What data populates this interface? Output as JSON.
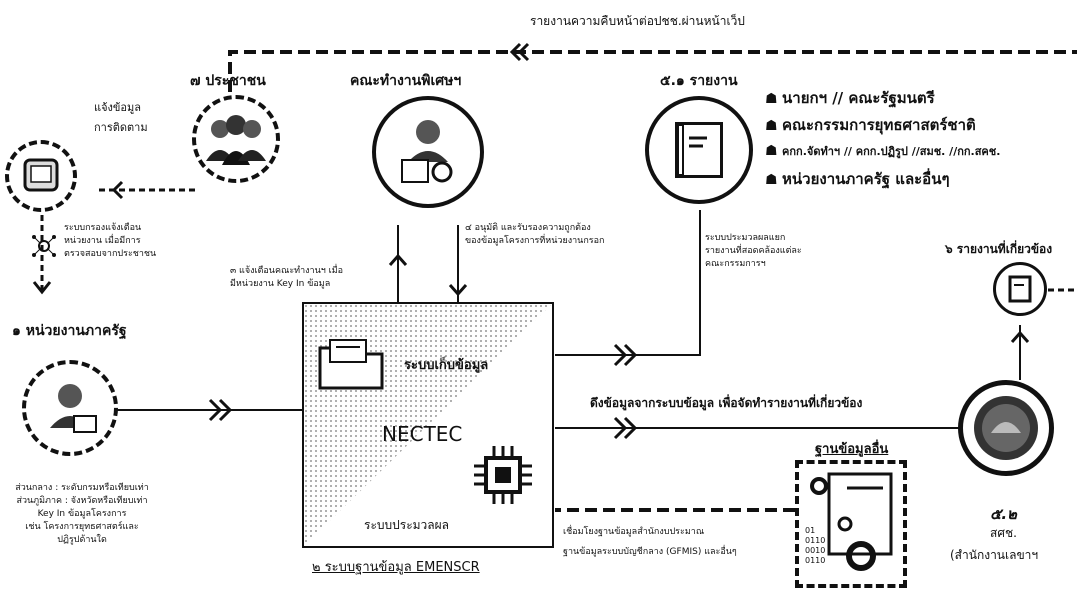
{
  "top_feedback": "รายงานความคืบหน้าต่อปชช.ผ่านหน้าเว็ป",
  "citizen": {
    "label": "๗ ประชาชน"
  },
  "notify": {
    "line1": "แจ้งข้อมูล",
    "line2": "การติดตาม"
  },
  "monitor_system": {
    "line1": "ระบบกรองแจ้งเตือน",
    "line2": "หน่วยงาน เมื่อมีการ",
    "line3": "ตรวจสอบจากประชาชน"
  },
  "gov_agency": {
    "label": "๑ หน่วยงานภาครัฐ",
    "notes": [
      "ส่วนกลาง : ระดับกรมหรือเทียบเท่า",
      "ส่วนภูมิภาค : จังหวัดหรือเทียบเท่า",
      "Key In ข้อมูลโครงการ",
      "เช่น โครงการยุทธศาสตร์และ",
      "ปฏิรูปด้านใด"
    ]
  },
  "special_team": {
    "label": "คณะทำงานพิเศษฯ"
  },
  "step3": {
    "line1": "๓ แจ้งเตือนคณะทำงานฯ เมื่อ",
    "line2": "มีหน่วยงาน Key In ข้อมูล"
  },
  "step4": {
    "line1": "๔ อนุมัติ และรับรองความถูกต้อง",
    "line2": "ของข้อมูลโครงการที่หน่วยงานกรอก"
  },
  "report51": {
    "label": "๕.๑ รายงาน"
  },
  "recipients": [
    "นายกฯ // คณะรัฐมนตรี",
    "คณะกรรมการยุทธศาสตร์ชาติ",
    "คกก.จัดทำฯ // คกก.ปฏิรูป //สมช. //กก.สคช.",
    "หน่วยงานภาครัฐ และอื่นๆ"
  ],
  "processing_note": {
    "line1": "ระบบประมวลผลแยก",
    "line2": "รายงานที่สอดคล้องแต่ละ",
    "line3": "คณะกรรมการฯ"
  },
  "report6": {
    "label": "๖ รายงานที่เกี่ยวข้อง"
  },
  "central_box": {
    "collect_label": "ระบบเก็บข้อมูล",
    "brand": "NECTEC",
    "process_label": "ระบบประมวลผล",
    "caption": "๒ ระบบฐานข้อมูล EMENSCR"
  },
  "pull_data": "ดึงข้อมูลจากระบบข้อมูล เพื่อจัดทำรายงานที่เกี่ยวข้อง",
  "other_db": {
    "title": "ฐานข้อมูลอื่น",
    "bits": [
      "01",
      "0110",
      "0010",
      "0110"
    ]
  },
  "link_note": {
    "line1": "เชื่อมโยงฐานข้อมูลสำนักงบประมาณ",
    "line2": "ฐานข้อมูลระบบบัญชีกลาง (GFMIS) และอื่นๆ"
  },
  "nesdc": {
    "num": "๕.๒",
    "abbr": "สศช.",
    "name": "(สำนักงานเลขาฯ"
  }
}
